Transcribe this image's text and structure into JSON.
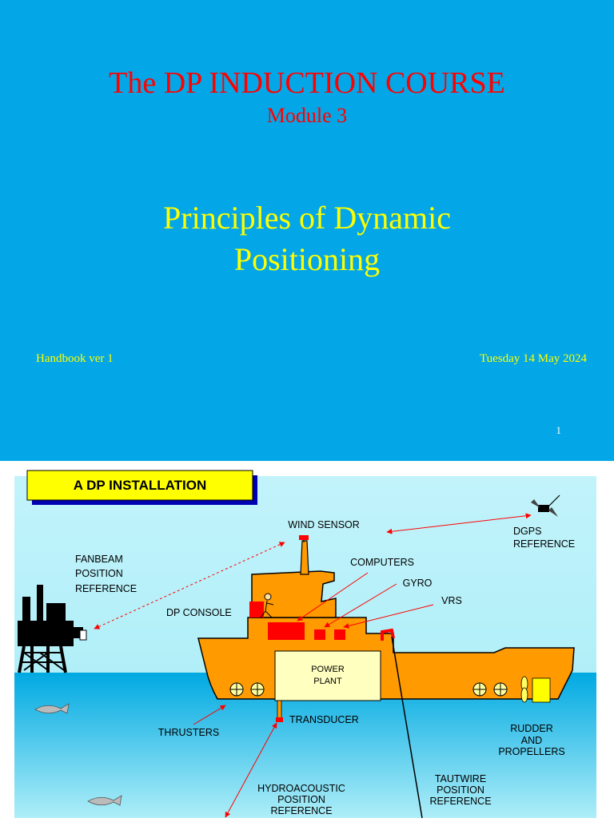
{
  "slide1": {
    "title": "The DP INDUCTION COURSE",
    "module": "Module 3",
    "subtitle_line1": "Principles of Dynamic",
    "subtitle_line2": "Positioning",
    "handbook": "Handbook ver 1",
    "date": "Tuesday 14 May 2024",
    "page_number": "1",
    "colors": {
      "background": "#03a7e7",
      "title": "#ff0000",
      "subtitle": "#ffff00"
    }
  },
  "slide2": {
    "header": "A DP INSTALLATION",
    "labels": {
      "wind_sensor": "WIND SENSOR",
      "dgps_1": "DGPS",
      "dgps_2": "REFERENCE",
      "fanbeam_1": "FANBEAM",
      "fanbeam_2": "POSITION",
      "fanbeam_3": "REFERENCE",
      "computers": "COMPUTERS",
      "gyro": "GYRO",
      "vrs": "VRS",
      "dp_console": "DP CONSOLE",
      "power_1": "POWER",
      "power_2": "PLANT",
      "transducer": "TRANSDUCER",
      "thrusters": "THRUSTERS",
      "rudder_1": "RUDDER",
      "rudder_2": "AND",
      "rudder_3": "PROPELLERS",
      "tautwire_1": "TAUTWIRE",
      "tautwire_2": "POSITION",
      "tautwire_3": "REFERENCE",
      "hydro_1": "HYDROACOUSTIC",
      "hydro_2": "POSITION",
      "hydro_3": "REFERENCE"
    },
    "colors": {
      "hull": "#ff9a00",
      "equipment": "#ff0000",
      "arrow": "#ff0000",
      "sea": "#06b4e6",
      "sky": "#c8f4fb",
      "header_box": "#ffff00",
      "power_plant": "#ffffc0"
    },
    "icons": [
      "satellite-icon",
      "oil-rig-icon",
      "fish-icon",
      "operator-icon",
      "thruster-icon",
      "propeller-icon",
      "rudder-icon"
    ]
  }
}
